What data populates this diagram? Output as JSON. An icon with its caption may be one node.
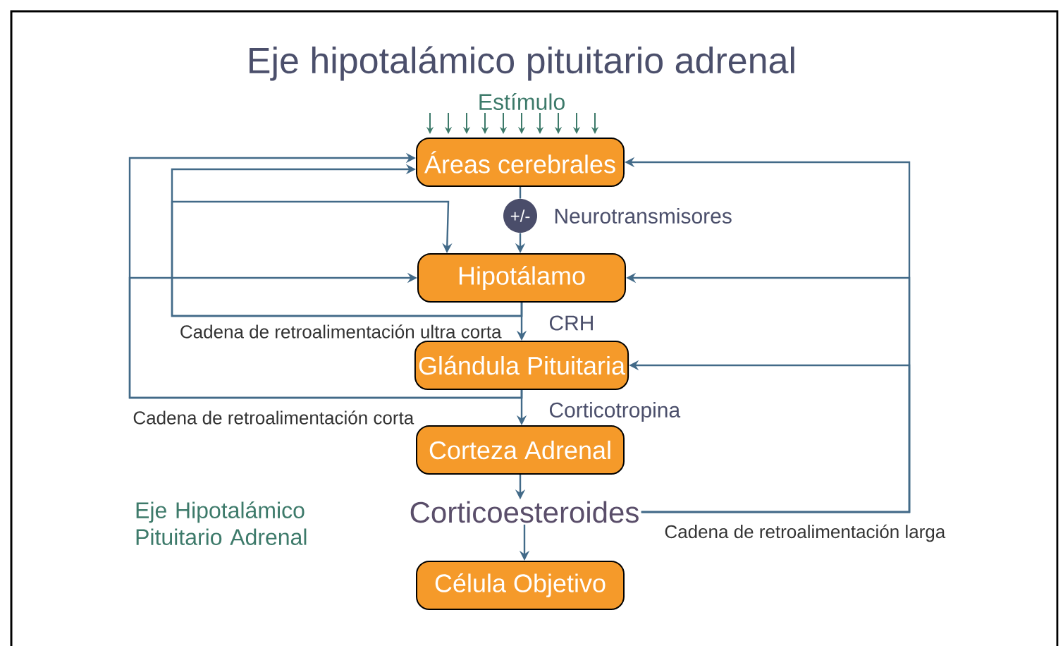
{
  "diagram": {
    "title": "Eje hipotalámico pituitario adrenal",
    "nodes": [
      {
        "text": [
          "Áreas cerebrales"
        ]
      },
      {
        "text": [
          "+/-"
        ],
        "beside": [
          "Neurotransmisores"
        ]
      },
      {
        "text": [
          "Hipotálamo"
        ]
      },
      {
        "text": [
          "Glándula Pituitaria"
        ]
      },
      {
        "text": [
          "Corteza Adrenal"
        ]
      },
      {
        "text": [
          "Corticoesteroides"
        ]
      },
      {
        "text": [
          "Célula Objetivo"
        ]
      }
    ],
    "edges": [
      {
        "from": 0,
        "to": 1,
        "arrow": "none"
      },
      {
        "from": 1,
        "to": 2,
        "arrow": "to"
      },
      {
        "from": 2,
        "to": 3,
        "arrow": "to",
        "label": "CRH"
      },
      {
        "from": 3,
        "to": 4,
        "arrow": "to",
        "label": "Corticotropina"
      },
      {
        "from": 4,
        "to": 5,
        "arrow": "to"
      },
      {
        "from": 5,
        "to": 6,
        "arrow": "to"
      },
      {
        "from": 2,
        "to": 0,
        "arrow": "to",
        "label": "Cadena de retroalimentación ultra corta"
      },
      {
        "from": 2,
        "to": 2,
        "arrow": "to"
      },
      {
        "from": 3,
        "to": 0,
        "arrow": "to",
        "label": "Cadena de retroalimentación corta"
      },
      {
        "from": 3,
        "to": 2,
        "arrow": "to"
      },
      {
        "from": 5,
        "to": 0,
        "arrow": "to",
        "label": "Cadena de retroalimentación larga"
      },
      {
        "from": 5,
        "to": 2,
        "arrow": "to"
      },
      {
        "from": 5,
        "to": 3,
        "arrow": "to"
      }
    ],
    "labels": [
      "Estímulo",
      "Eje Hipotalámico Pituitario Adrenal"
    ]
  }
}
